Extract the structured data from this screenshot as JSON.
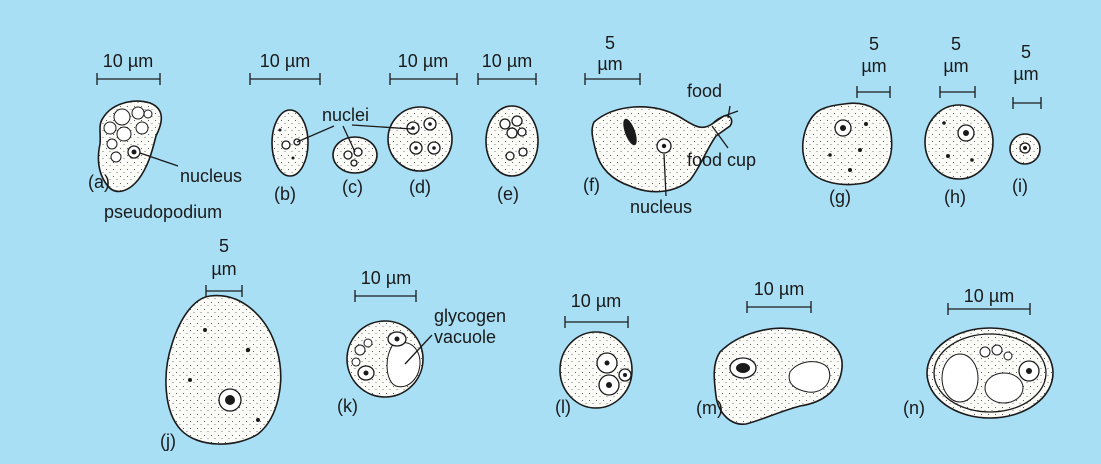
{
  "colors": {
    "background": "#a9dff5",
    "ink": "#1a1a1a",
    "cell_fill": "#fbfbf8"
  },
  "scale_bars": {
    "a": "10 µm",
    "b": "10 µm",
    "d": "10 µm",
    "e": "10 µm",
    "f": [
      "5",
      "µm"
    ],
    "g": [
      "5",
      "µm"
    ],
    "h": [
      "5",
      "µm"
    ],
    "i": [
      "5",
      "µm"
    ],
    "j": [
      "5",
      "µm"
    ],
    "k": "10 µm",
    "l": "10 µm",
    "m": "10 µm",
    "n": "10 µm"
  },
  "panel_labels": {
    "a": "(a)",
    "b": "(b)",
    "c": "(c)",
    "d": "(d)",
    "e": "(e)",
    "f": "(f)",
    "g": "(g)",
    "h": "(h)",
    "i": "(i)",
    "j": "(j)",
    "k": "(k)",
    "l": "(l)",
    "m": "(m)",
    "n": "(n)"
  },
  "annotations": {
    "nucleus_a": "nucleus",
    "pseudopodium": "pseudopodium",
    "nuclei": "nuclei",
    "food": "food",
    "food_cup": "food cup",
    "nucleus_f": "nucleus",
    "glycogen": "glycogen",
    "vacuole": "vacuole"
  }
}
